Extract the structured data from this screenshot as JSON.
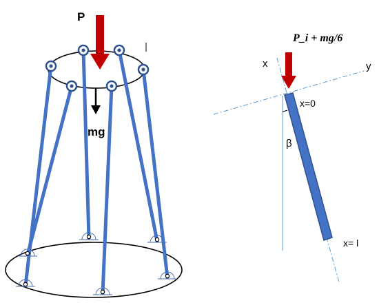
{
  "left_figure": {
    "load_label": "P",
    "weight_label": "mg"
  },
  "right_figure": {
    "axis_x_label": "x",
    "axis_y_label": "y",
    "load_label": "P_i + mg/6",
    "top_station_label": "x=0",
    "angle_label": "β",
    "bottom_station_label": "x= l"
  },
  "colors": {
    "strut": "#4472C4",
    "strut_edge": "#2F528F",
    "load_arrow": "#C00000",
    "axis_dash": "#5B9BD5"
  }
}
